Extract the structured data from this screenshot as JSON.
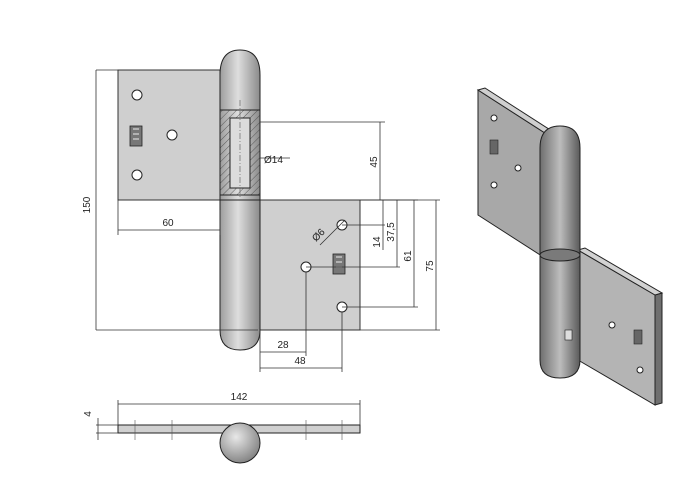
{
  "dimensions": {
    "height_total": "150",
    "leaf_width": "60",
    "pin_diameter": "Ø14",
    "pin_offset": "45",
    "hole_diameter": "Ø6",
    "hole_spacing_top": "14",
    "hole_spacing_mid": "37,5",
    "hole_spacing_61": "61",
    "hole_spacing_75": "75",
    "hole_horiz_28": "28",
    "hole_horiz_48": "48",
    "overall_length": "142",
    "thickness": "4"
  },
  "colors": {
    "plate_fill": "#cfcfcf",
    "barrel_fill": "#b9b9b9",
    "iso_plate": "#a8a8a8",
    "iso_barrel": "#8c8c8c"
  },
  "icons": {
    "brand_mark": "brand-mark-icon"
  }
}
